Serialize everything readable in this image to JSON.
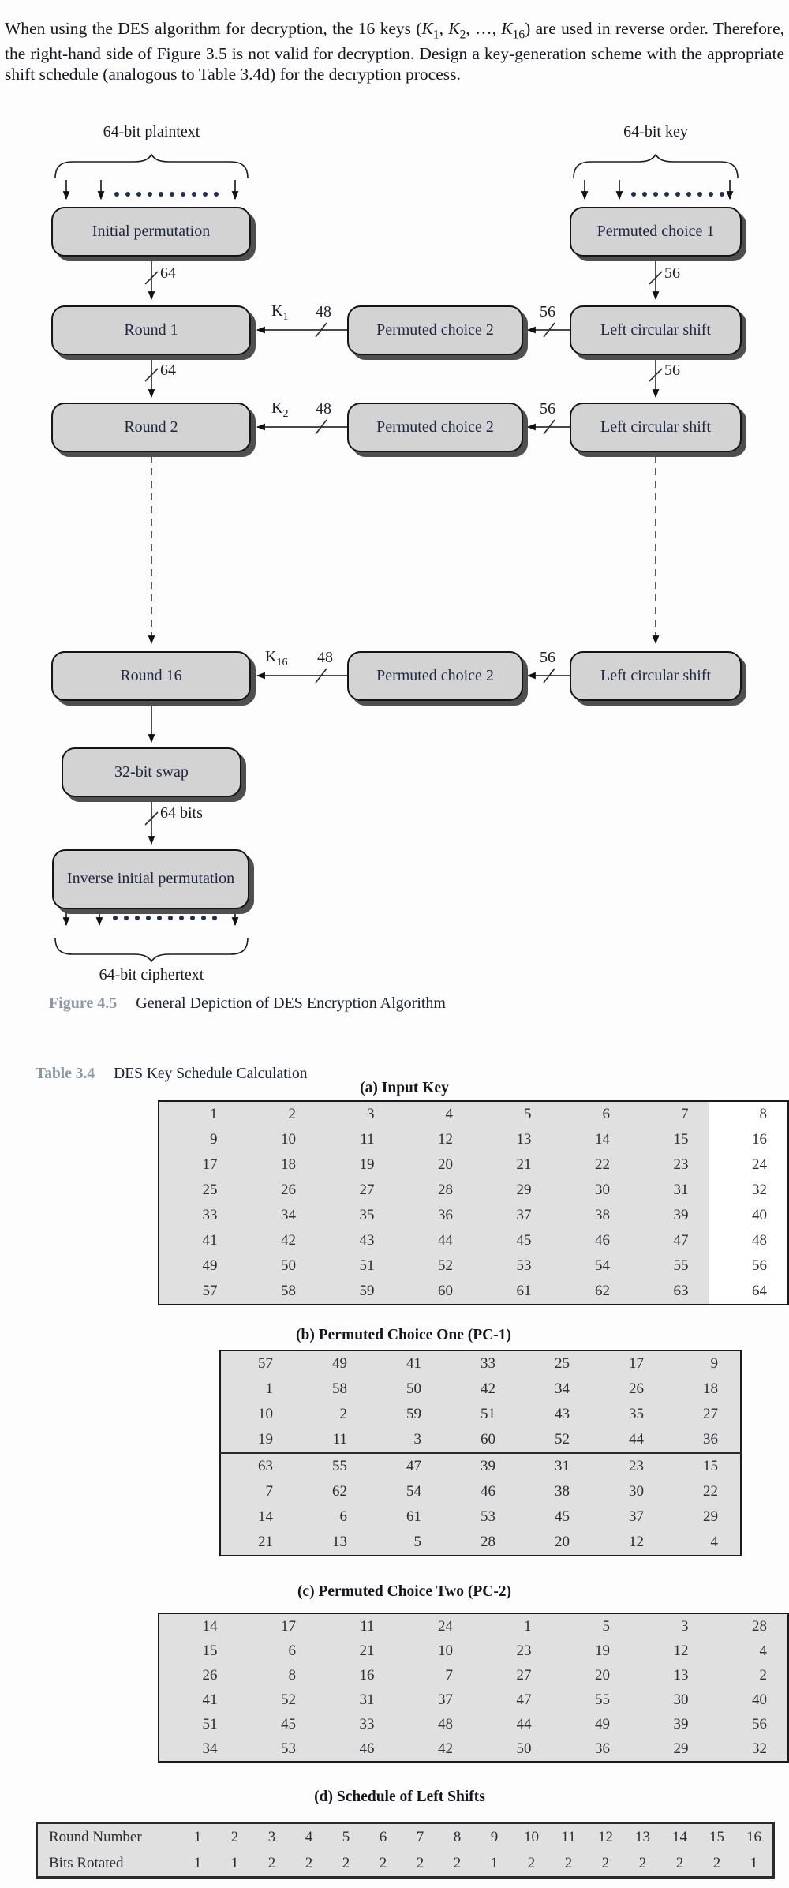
{
  "colors": {
    "accent_caption": "#8b97a8",
    "box_fill": "#d3d3d3",
    "table_fill": "#e0e0e0",
    "dot": "#1f3056",
    "ink": "#1d2540"
  },
  "intro": {
    "segments": [
      {
        "t": "When using the DES algorithm for decryption, the 16 keys ("
      },
      {
        "t": "K",
        "style": "i"
      },
      {
        "t": "1",
        "style": "sub"
      },
      {
        "t": ", "
      },
      {
        "t": "K",
        "style": "i"
      },
      {
        "t": "2",
        "style": "sub"
      },
      {
        "t": ", …, "
      },
      {
        "t": "K",
        "style": "i"
      },
      {
        "t": "16",
        "style": "sub"
      },
      {
        "t": ") are used in reverse order. Therefore, the right-hand side of Figure 3.5 is not valid for decryption. Design a key-generation scheme with the appropriate shift schedule (analogous to Table 3.4d) for the decryption process."
      }
    ]
  },
  "figure": {
    "plaintext_label": "64-bit plaintext",
    "key_label": "64-bit key",
    "ciphertext_label": "64-bit ciphertext",
    "boxes": {
      "initial_permutation": "Initial permutation",
      "permuted_choice_1": "Permuted choice 1",
      "round1": "Round 1",
      "round2": "Round 2",
      "round16": "Round 16",
      "permuted_choice_2": "Permuted choice 2",
      "left_circular_shift": "Left circular shift",
      "swap32": "32-bit swap",
      "inverse_initial_permutation": "Inverse initial permutation"
    },
    "bus": {
      "b64": "64",
      "b56": "56",
      "b48": "48",
      "b64bits": "64 bits"
    },
    "keys": {
      "k1": {
        "base": "K",
        "sub": "1"
      },
      "k2": {
        "base": "K",
        "sub": "2"
      },
      "k16": {
        "base": "K",
        "sub": "16"
      }
    },
    "caption_tag": "Figure 4.5",
    "caption_text": "General Depiction of DES Encryption Algorithm"
  },
  "table": {
    "caption_tag": "Table 3.4",
    "caption_text": "DES Key Schedule Calculation",
    "a": {
      "heading": "(a) Input Key",
      "rows": [
        [
          1,
          2,
          3,
          4,
          5,
          6,
          7,
          8
        ],
        [
          9,
          10,
          11,
          12,
          13,
          14,
          15,
          16
        ],
        [
          17,
          18,
          19,
          20,
          21,
          22,
          23,
          24
        ],
        [
          25,
          26,
          27,
          28,
          29,
          30,
          31,
          32
        ],
        [
          33,
          34,
          35,
          36,
          37,
          38,
          39,
          40
        ],
        [
          41,
          42,
          43,
          44,
          45,
          46,
          47,
          48
        ],
        [
          49,
          50,
          51,
          52,
          53,
          54,
          55,
          56
        ],
        [
          57,
          58,
          59,
          60,
          61,
          62,
          63,
          64
        ]
      ]
    },
    "b": {
      "heading": "(b) Permuted Choice One (PC-1)",
      "rows": [
        [
          57,
          49,
          41,
          33,
          25,
          17,
          9
        ],
        [
          1,
          58,
          50,
          42,
          34,
          26,
          18
        ],
        [
          10,
          2,
          59,
          51,
          43,
          35,
          27
        ],
        [
          19,
          11,
          3,
          60,
          52,
          44,
          36
        ],
        [
          63,
          55,
          47,
          39,
          31,
          23,
          15
        ],
        [
          7,
          62,
          54,
          46,
          38,
          30,
          22
        ],
        [
          14,
          6,
          61,
          53,
          45,
          37,
          29
        ],
        [
          21,
          13,
          5,
          28,
          20,
          12,
          4
        ]
      ],
      "divider_after_row": 4
    },
    "c": {
      "heading": "(c) Permuted Choice Two (PC-2)",
      "rows": [
        [
          14,
          17,
          11,
          24,
          1,
          5,
          3,
          28
        ],
        [
          15,
          6,
          21,
          10,
          23,
          19,
          12,
          4
        ],
        [
          26,
          8,
          16,
          7,
          27,
          20,
          13,
          2
        ],
        [
          41,
          52,
          31,
          37,
          47,
          55,
          30,
          40
        ],
        [
          51,
          45,
          33,
          48,
          44,
          49,
          39,
          56
        ],
        [
          34,
          53,
          46,
          42,
          50,
          36,
          29,
          32
        ]
      ]
    },
    "d": {
      "heading": "(d) Schedule of Left Shifts",
      "row_labels": [
        "Round Number",
        "Bits Rotated"
      ],
      "round_numbers": [
        1,
        2,
        3,
        4,
        5,
        6,
        7,
        8,
        9,
        10,
        11,
        12,
        13,
        14,
        15,
        16
      ],
      "bits_rotated": [
        1,
        1,
        2,
        2,
        2,
        2,
        2,
        2,
        1,
        2,
        2,
        2,
        2,
        2,
        2,
        1
      ]
    }
  }
}
